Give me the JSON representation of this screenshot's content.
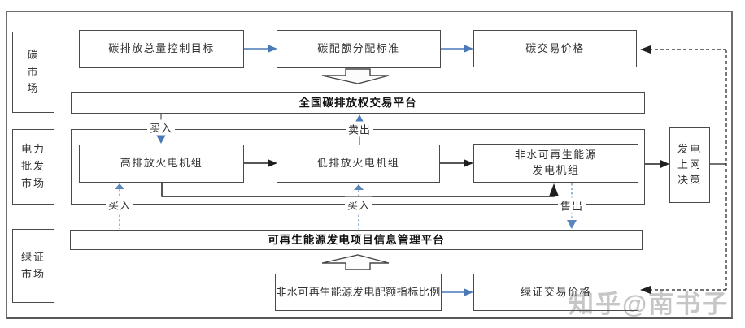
{
  "colors": {
    "accent_blue": "#4a79b8",
    "line_black": "#1f1f1f",
    "border_gray": "#4a4a4a",
    "watermark_gray": "#c6c6c6"
  },
  "sections": [
    {
      "id": "carbon-market",
      "label": "碳\n市\n场"
    },
    {
      "id": "power-wholesale-market",
      "label": "电力\n批发\n市场"
    },
    {
      "id": "green-cert-market",
      "label": "绿证\n市场"
    }
  ],
  "boxes": {
    "emission_target": "碳排放总量控制目标",
    "quota_standard": "碳配额分配标准",
    "carbon_price": "碳交易价格",
    "carbon_platform": "全国碳排放权交易平台",
    "high_emission_unit": "高排放火电机组",
    "low_emission_unit": "低排放火电机组",
    "nonwater_renewable_unit": "非水可再生能源\n发电机组",
    "grid_decision": "发电\n上网\n决策",
    "green_platform": "可再生能源发电项目信息管理平台",
    "quota_ratio": "非水可再生能源发电配额指标比例",
    "green_cert_price": "绿证交易价格"
  },
  "edge_labels": {
    "buy_top": "买入",
    "sell_top": "卖出",
    "buy_bottom_left": "买入",
    "buy_bottom_right": "买入",
    "sell_bottom": "售出"
  },
  "watermark": "知乎@南书子"
}
